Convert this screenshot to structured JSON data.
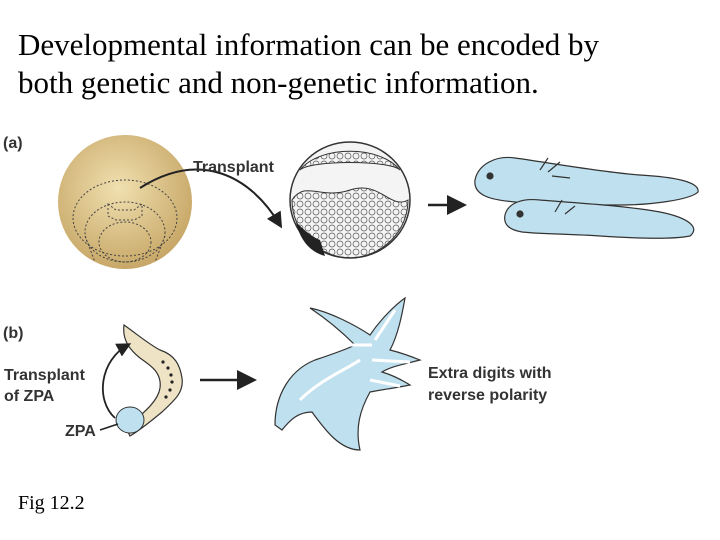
{
  "slide": {
    "title_line1": "Developmental information can be encoded by",
    "title_line2": "both genetic and non-genetic information.",
    "caption": "Fig 12.2"
  },
  "panel_a": {
    "label": "(a)",
    "arrow_label": "Transplant"
  },
  "panel_b": {
    "label": "(b)",
    "transplant_line1": "Transplant",
    "transplant_line2": "of ZPA",
    "zpa_label": "ZPA",
    "result_line1": "Extra digits with",
    "result_line2": "reverse polarity"
  },
  "colors": {
    "embryo_tan": "#d9c28c",
    "tadpole_blue": "#bfe0ee",
    "outline": "#333333"
  }
}
